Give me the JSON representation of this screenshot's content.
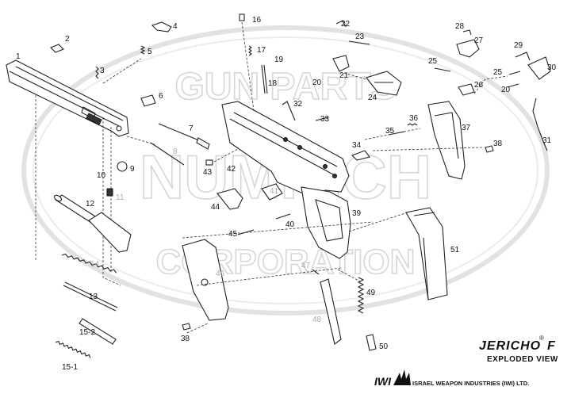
{
  "watermark": {
    "top": "GUN PARTS",
    "middle": "NUMRICH",
    "bottom": "CORPORATION"
  },
  "title": {
    "model": "JERICHO",
    "registered": "®",
    "model_suffix": "F",
    "subtitle": "EXPLODED VIEW"
  },
  "maker": {
    "logo": "IWI",
    "company": "ISRAEL WEAPON INDUSTRIES (IWI) LTD."
  },
  "part_labels": {
    "p1": "1",
    "p2": "2",
    "p3": "3",
    "p4": "4",
    "p5": "5",
    "p6": "6",
    "p7": "7",
    "p8": "8",
    "p9": "9",
    "p10": "10",
    "p11": "11",
    "p12": "12",
    "p13": "13",
    "p14": "14",
    "p15_1": "15-1",
    "p15_2": "15-2",
    "p16": "16",
    "p17": "17",
    "p18": "18",
    "p19": "19",
    "p20a": "20",
    "p20b": "20",
    "p21": "21",
    "p22": "22",
    "p23": "23",
    "p24": "24",
    "p25a": "25",
    "p25b": "25",
    "p26": "26",
    "p27": "27",
    "p28": "28",
    "p29": "29",
    "p30": "30",
    "p31": "31",
    "p32": "32",
    "p33": "33",
    "p34": "34",
    "p35": "35",
    "p36": "36",
    "p37": "37",
    "p38a": "38",
    "p38b": "38",
    "p39": "39",
    "p40": "40",
    "p41": "41",
    "p42": "42",
    "p43": "43",
    "p44": "44",
    "p45": "45",
    "p46": "46",
    "p47": "47",
    "p48": "48",
    "p49": "49",
    "p50": "50",
    "p51": "51"
  }
}
